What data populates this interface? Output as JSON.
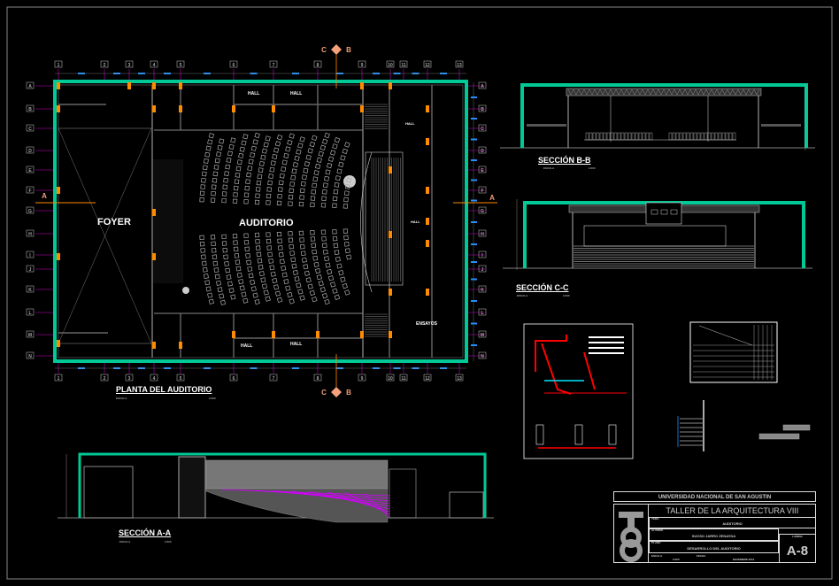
{
  "plan": {
    "title": "PLANTA DEL AUDITORIO",
    "scale_label": "ESCALA",
    "scale": "1/100",
    "grid_columns": [
      "1",
      "2",
      "3",
      "4",
      "5",
      "6",
      "7",
      "8",
      "9",
      "10",
      "11",
      "12",
      "13"
    ],
    "grid_rows": [
      "A",
      "B",
      "C",
      "D",
      "E",
      "F",
      "G",
      "H",
      "I",
      "J",
      "K",
      "L",
      "M",
      "N"
    ],
    "section_marks": [
      "C",
      "C",
      "B",
      "B",
      "A",
      "A"
    ],
    "rooms": {
      "foyer": "FOYER",
      "auditorio": "AUDITORIO",
      "hall_1": "HALL",
      "hall_2": "HALL",
      "hall_3": "HALL",
      "hall_4": "HALL",
      "hall_5": "HALL",
      "hall_6": "HALL",
      "ensayos": "ENSAYOS"
    }
  },
  "sections": {
    "bb": {
      "title": "SECCIÓN B-B",
      "scale_label": "ESCALA",
      "scale": "1/100"
    },
    "cc": {
      "title": "SECCIÓN C-C",
      "scale_label": "ESCALA",
      "scale": "1/100"
    },
    "aa": {
      "title": "SECCIÓN A-A",
      "scale_label": "ESCALA",
      "scale": "1/100"
    }
  },
  "title_block": {
    "university": "UNIVERSIDAD NACIONAL DE SAN AGUSTIN",
    "course": "TALLER DE LA ARQUITECTURA VIII",
    "project_label": "TEMA",
    "project": "AUDITORIO",
    "student_label": "ALUMNO",
    "student": "SUCSO JARRO ZENAYDA",
    "content_label": "PLANO",
    "content": "DESARROLLO DEL AUDITORIO",
    "scale_label": "ESCALA",
    "scale": "1/100",
    "date_label": "FECHA",
    "date": "DICIEMBRE 2014",
    "sheet_label": "LAMINA",
    "sheet": "A-8",
    "logo": "T8"
  },
  "colors": {
    "wall": "#00c896",
    "column": "#ff8c00",
    "grid": "#c800c8",
    "dimension": "#1e90ff",
    "line": "#c8c8c8",
    "detail": "#ff0000",
    "cyan": "#00e5ff"
  }
}
